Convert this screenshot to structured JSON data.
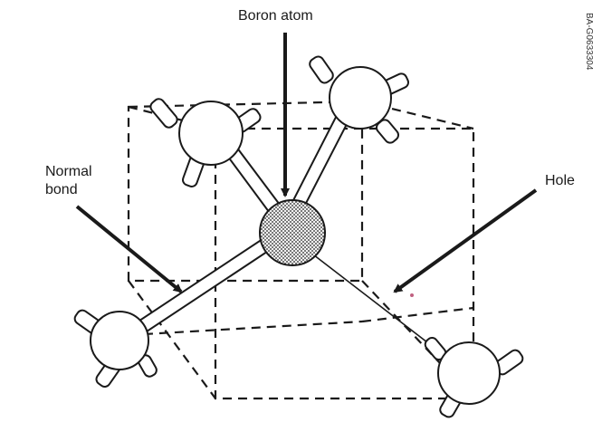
{
  "labels": {
    "boron_atom": "Boron atom",
    "normal_bond_line1": "Normal",
    "normal_bond_line2": "bond",
    "hole": "Hole",
    "figure_code": "BA-G0633304"
  },
  "colors": {
    "line": "#1a1a1a",
    "background": "#ffffff",
    "boron_fill": "#c8c8c8",
    "atom_fill": "#ffffff"
  }
}
